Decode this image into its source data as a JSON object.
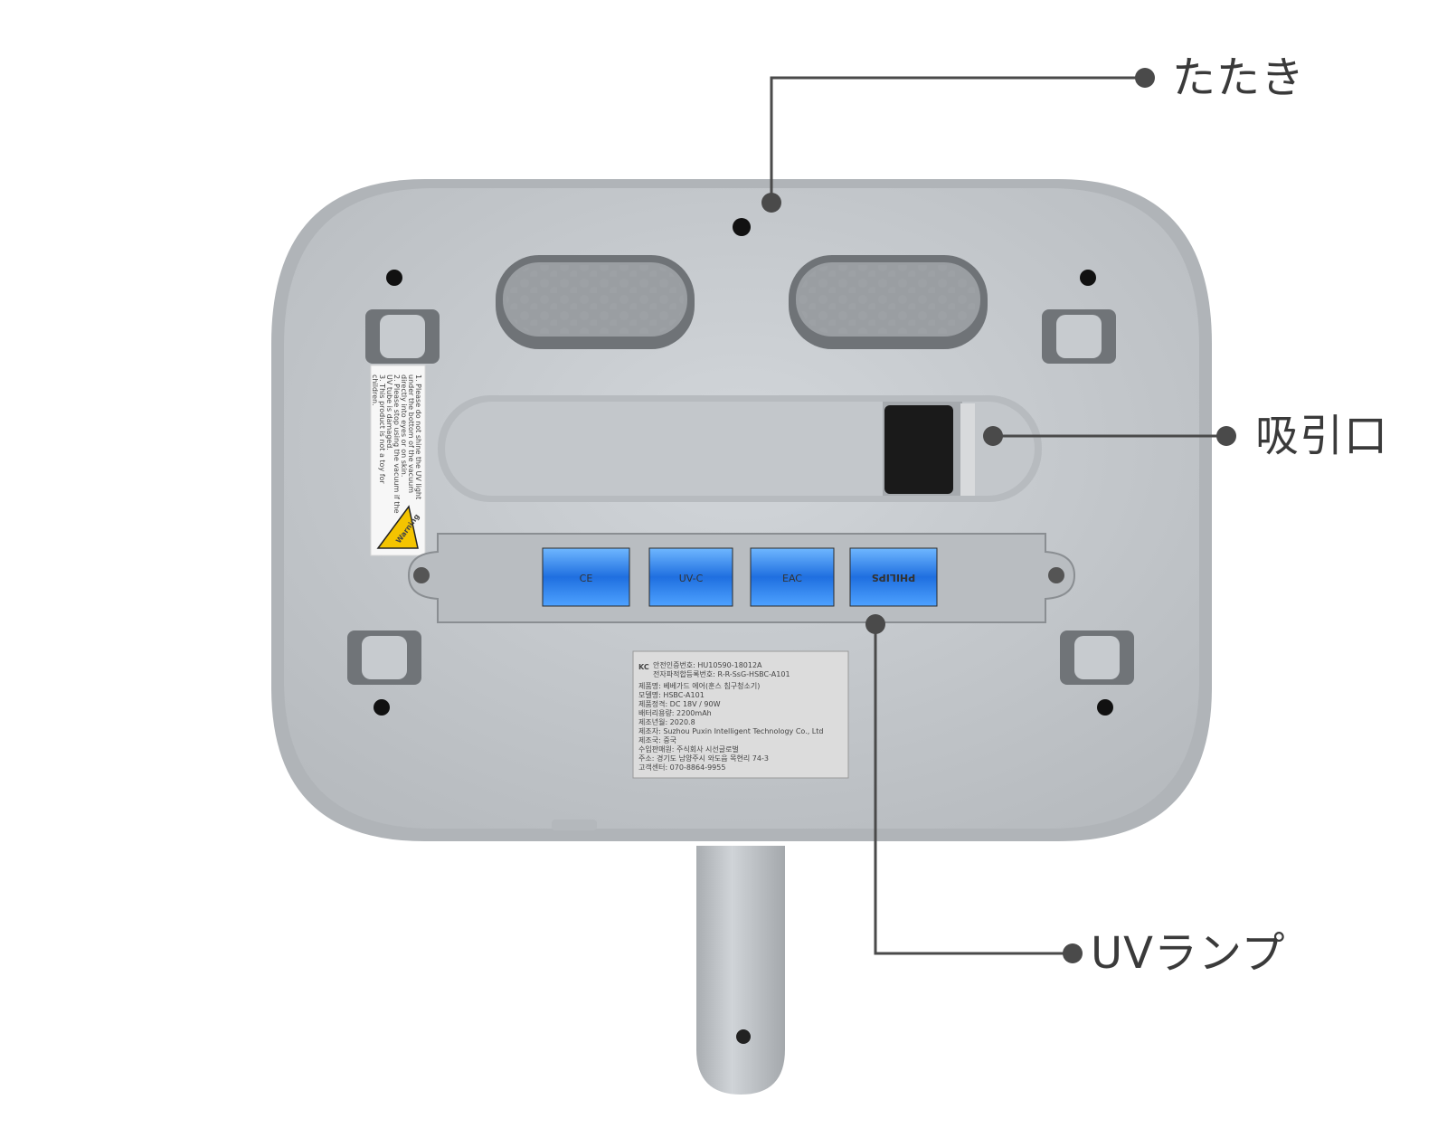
{
  "callouts": {
    "tataki": "たたき",
    "suction": "吸引口",
    "uv": "UVランプ"
  },
  "device": {
    "warning_sticker": {
      "lines": [
        "1. Please do not shine the UV light",
        "under the bottom of the vacuum",
        "directly into eyes or on skin.",
        "2. Please stop using the vacuum if the",
        "UV tube is damaged.",
        "3. This product is not a toy for",
        "children."
      ],
      "badge": "Warning"
    },
    "uv_windows": {
      "w1": "CE",
      "w2": "UV-C",
      "w3": "EAC",
      "w4": "PHILIPS"
    },
    "rating_plate": {
      "logo": "KC",
      "lines": [
        "안전인증번호: HU10590-18012A",
        "전자파적합등록번호: R-R-SsG-HSBC-A101",
        "제품명: 베베가드 에어(훈스 침구청소기)",
        "모델명: HSBC-A101",
        "제품정격: DC 18V / 90W",
        "배터리용량: 2200mAh",
        "제조년월: 2020.8",
        "제조자: Suzhou Puxin Intelligent Technology Co., Ltd",
        "제조국: 중국",
        "수입판매원: 주식회사 시선글로벌",
        "주소: 경기도 남양주시 와도읍 목현리 74-3",
        "고객센터: 070-8864-9955"
      ]
    }
  },
  "colors": {
    "body": "#c5c9cd",
    "body_edge": "#a9adb1",
    "pad": "#8e9296",
    "uv_glow": "#3b8ff0",
    "line": "#4a4a4a"
  }
}
